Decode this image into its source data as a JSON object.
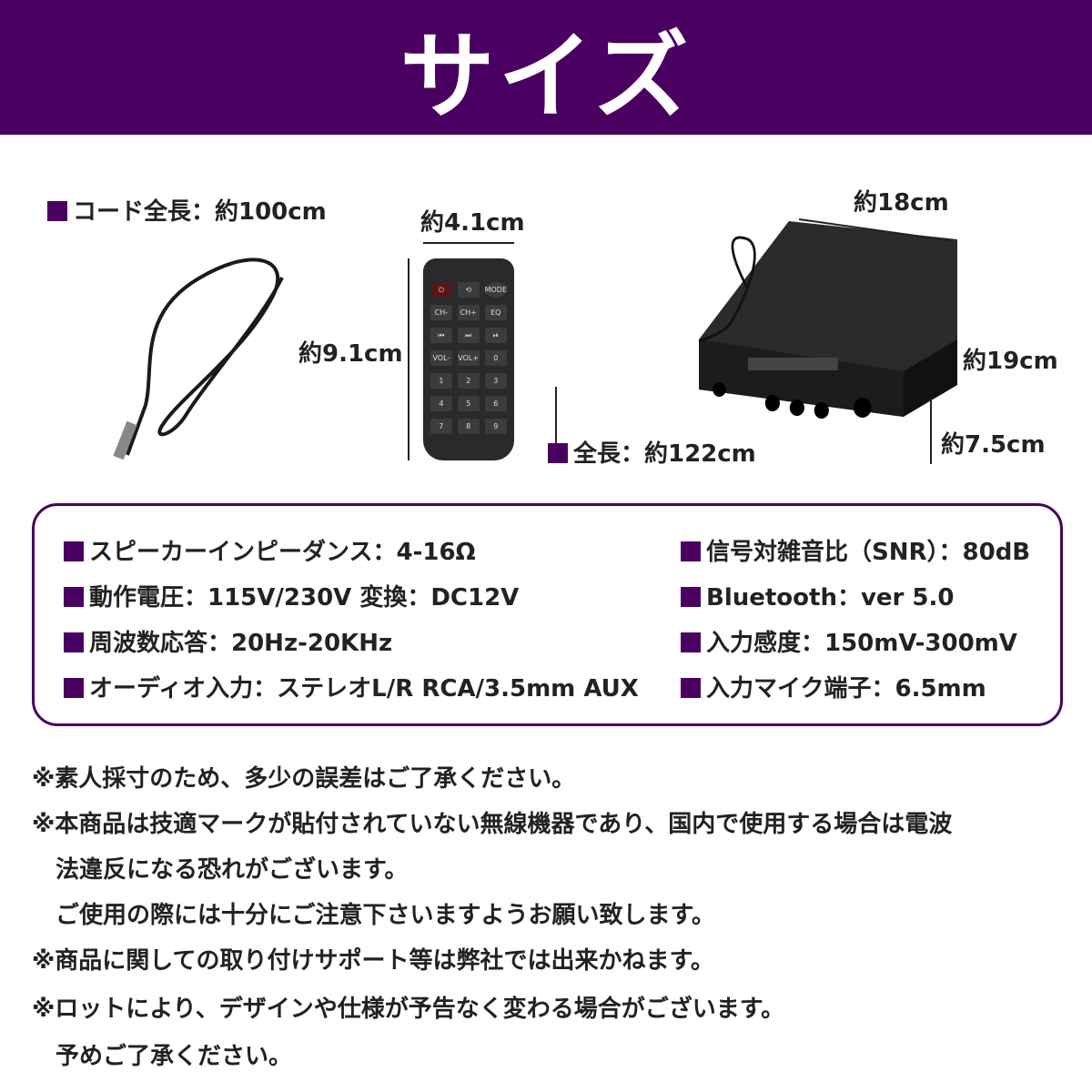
{
  "header": {
    "title": "サイズ",
    "bg_color": "#4a0060"
  },
  "cable": {
    "label": "コード全長：約100cm"
  },
  "remote": {
    "width_label": "約4.1cm",
    "height_label": "約9.1cm",
    "buttons": [
      "⏻",
      "⟲",
      "MODE",
      "CH-",
      "CH+",
      "EQ",
      "⏮",
      "⏭",
      "⏯",
      "VOL-",
      "VOL+",
      "0",
      "1",
      "2",
      "3",
      "4",
      "5",
      "6",
      "7",
      "8",
      "9"
    ]
  },
  "amp": {
    "width_label": "約18cm",
    "depth_label": "約19cm",
    "height_label": "約7.5cm",
    "plug_label": "全長：約122cm"
  },
  "specs": {
    "left": [
      "スピーカーインピーダンス：4-16Ω",
      "動作電圧：115V/230V 変換：DC12V",
      "周波数応答：20Hz-20KHz",
      "オーディオ入力：ステレオL/R RCA/3.5mm AUX"
    ],
    "right": [
      "信号対雑音比（SNR）：80dB",
      "Bluetooth：ver 5.0",
      "入力感度：150mV-300mV",
      "入力マイク端子：6.5mm"
    ]
  },
  "notes": [
    "※素人採寸のため、多少の誤差はご了承ください。",
    "※本商品は技適マークが貼付されていない無線機器であり、国内で使用する場合は電波",
    "　法違反になる恐れがございます。",
    "　ご使用の際には十分にご注意下さいますようお願い致します。",
    "※商品に関しての取り付けサポート等は弊社では出来かねます。",
    "※ロットにより、デザインや仕様が予告なく変わる場合がございます。",
    "　予めご了承ください。"
  ]
}
